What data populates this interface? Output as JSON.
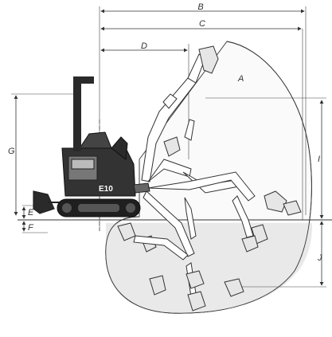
{
  "labels": {
    "A": "A",
    "B": "B",
    "C": "C",
    "D": "D",
    "E": "E",
    "F": "F",
    "G": "G",
    "I": "I",
    "J": "J"
  },
  "machine": {
    "badge": "E10"
  }
}
